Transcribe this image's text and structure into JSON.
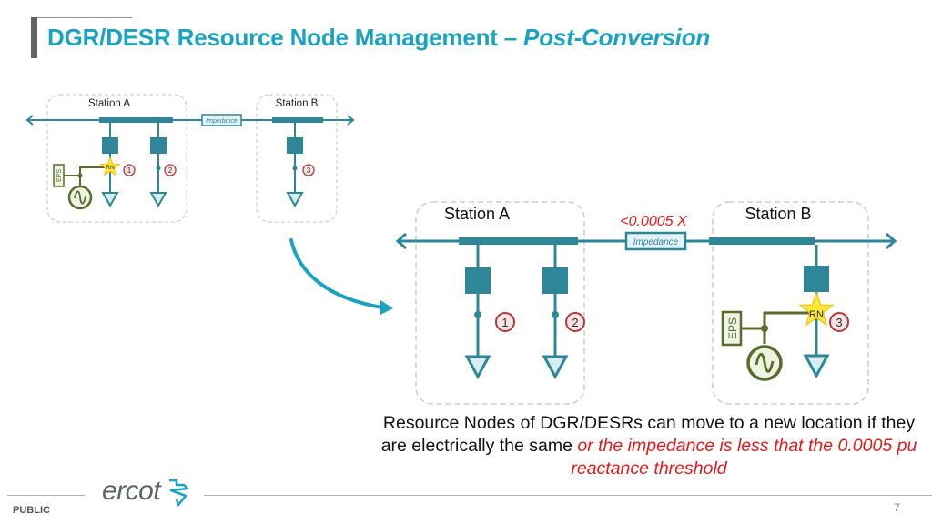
{
  "header": {
    "title_main": "DGR/DESR Resource Node Management – ",
    "title_emphasis": "Post-Conversion"
  },
  "colors": {
    "accent": "#1aa3bf",
    "network": "#2e8798",
    "generator": "#5b6b2e",
    "star": "#fce83a",
    "warning_text": "#e11b1b",
    "node_circle": "#b23a3a"
  },
  "diagram_before": {
    "station_a_label": "Station A",
    "station_b_label": "Station B",
    "impedance_label": "Impedance",
    "rn_label": "RN",
    "eps_label": "EPS",
    "nodes": [
      "1",
      "2",
      "3"
    ]
  },
  "diagram_after": {
    "station_a_label": "Station A",
    "station_b_label": "Station B",
    "impedance_label": "Impedance",
    "threshold_label": "<0.0005 X",
    "rn_label": "RN",
    "eps_label": "EPS",
    "nodes": [
      "1",
      "2",
      "3"
    ]
  },
  "caption": {
    "plain": "Resource Nodes of DGR/DESRs can move to a new location if they are electrically the same ",
    "emphasis": "or the impedance is less that the 0.0005 pu reactance threshold"
  },
  "footer": {
    "classification": "PUBLIC",
    "logo_text": "ercot",
    "page_number": "7"
  }
}
